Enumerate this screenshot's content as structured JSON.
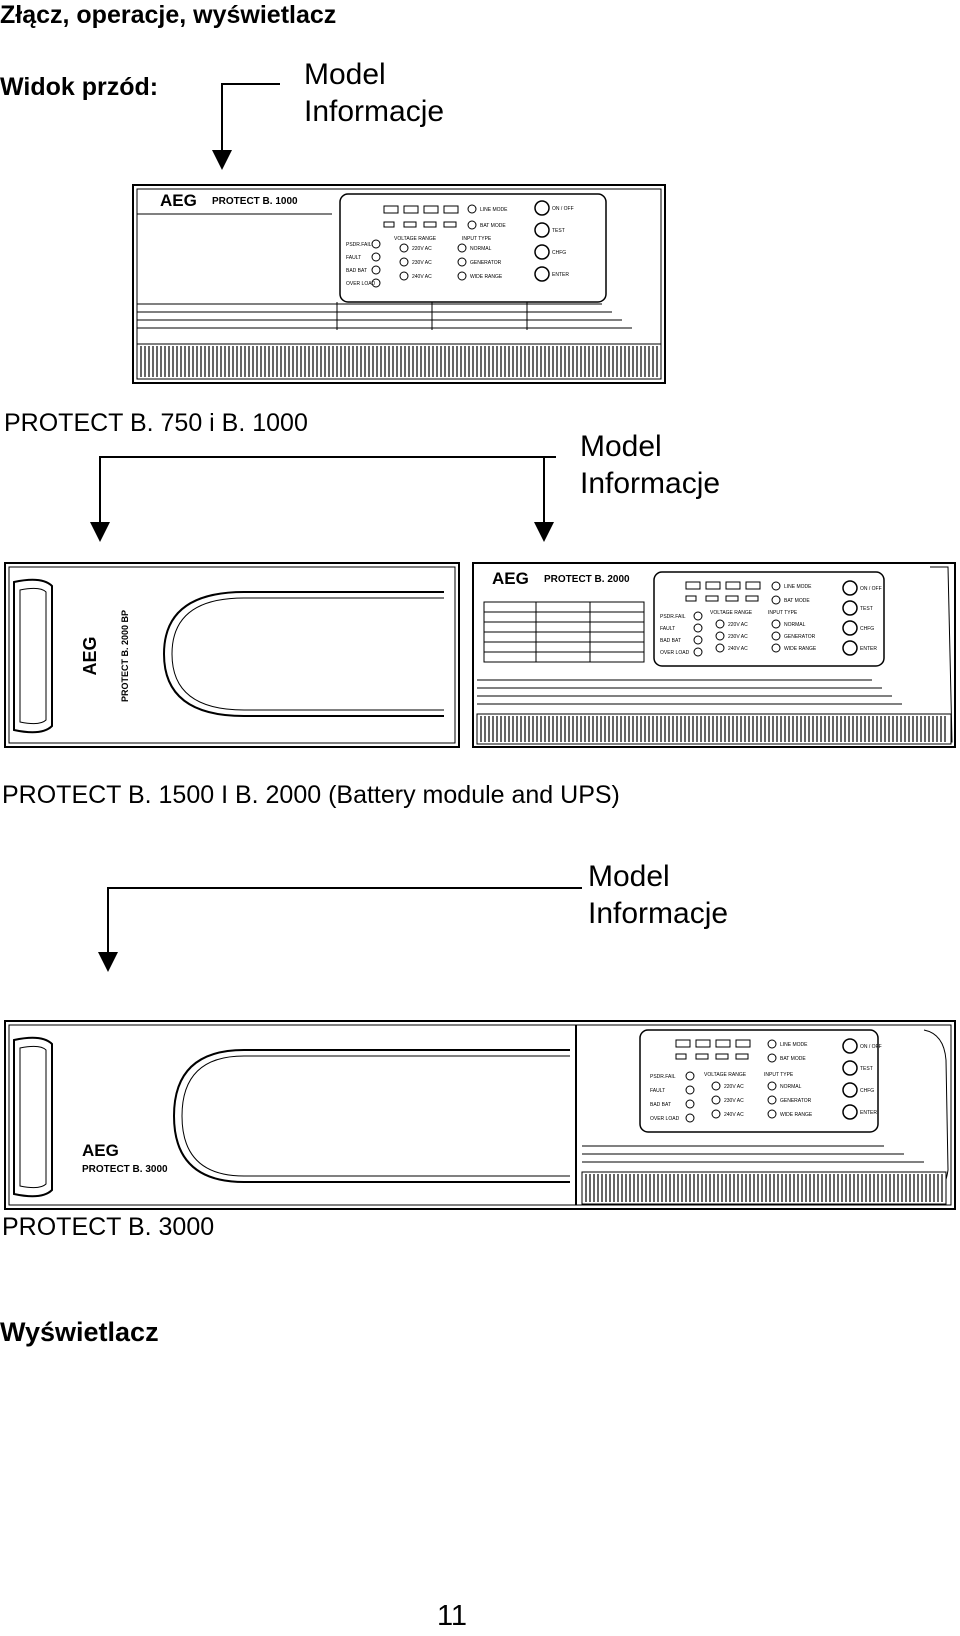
{
  "heading": "Złącz, operacje, wyświetlacz",
  "front_view_label": "Widok przód:",
  "callouts": [
    {
      "line1": "Model",
      "line2": "Informacje"
    },
    {
      "line1": "Model",
      "line2": "Informacje"
    },
    {
      "line1": "Model",
      "line2": "Informacje"
    }
  ],
  "captions": [
    "PROTECT B. 750 i B. 1000",
    "PROTECT B. 1500  I  B. 2000 (Battery module and UPS)",
    "PROTECT B. 3000"
  ],
  "display_heading": "Wyświetlacz",
  "page_number": "11",
  "devices": {
    "b1000": {
      "brand": "AEG",
      "model": "PROTECT B. 1000"
    },
    "b2000bp": {
      "brand": "AEG",
      "model": "PROTECT B. 2000 BP"
    },
    "b2000": {
      "brand": "AEG",
      "model": "PROTECT B. 2000"
    },
    "b3000": {
      "brand": "AEG",
      "model": "PROTECT B. 3000"
    }
  },
  "panel": {
    "status_leds": [
      "PSDR.FAIL",
      "FAULT",
      "BAD BAT",
      "OVER LOAD"
    ],
    "voltage_range_label": "VOLTAGE RANGE",
    "voltage_options": [
      "220V AC",
      "230V AC",
      "240V AC"
    ],
    "input_type_label": "INPUT TYPE",
    "input_types": [
      "NORMAL",
      "GENERATOR",
      "WIDE RANGE"
    ],
    "modes": [
      "LINE MODE",
      "BAT MODE"
    ],
    "buttons": [
      "ON / OFF",
      "TEST",
      "CHFG",
      "ENTER"
    ]
  }
}
